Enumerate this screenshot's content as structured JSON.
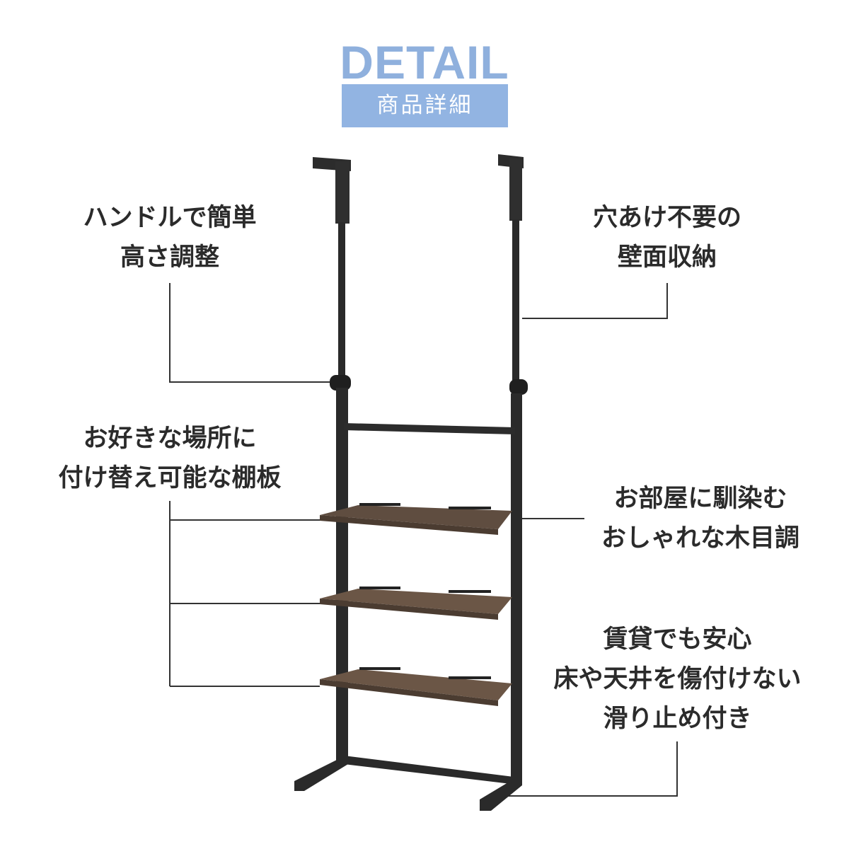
{
  "header": {
    "title": "DETAIL",
    "subtitle": "商品詳細"
  },
  "callouts": {
    "handle": {
      "line1": "ハンドルで簡単",
      "line2": "高さ調整"
    },
    "no_holes": {
      "line1": "穴あけ不要の",
      "line2": "壁面収納"
    },
    "shelves": {
      "line1": "お好きな場所に",
      "line2": "付け替え可能な棚板"
    },
    "wood": {
      "line1": "お部屋に馴染む",
      "line2": "おしゃれな木目調"
    },
    "rental": {
      "line1": "賃貸でも安心",
      "line2": "床や天井を傷付けない",
      "line3": "滑り止め付き"
    }
  },
  "colors": {
    "accent_blue": "#92b4e2",
    "frame_black": "#2a2a2a",
    "shelf_wood": "#6b5646",
    "text": "#2b2b2b"
  }
}
